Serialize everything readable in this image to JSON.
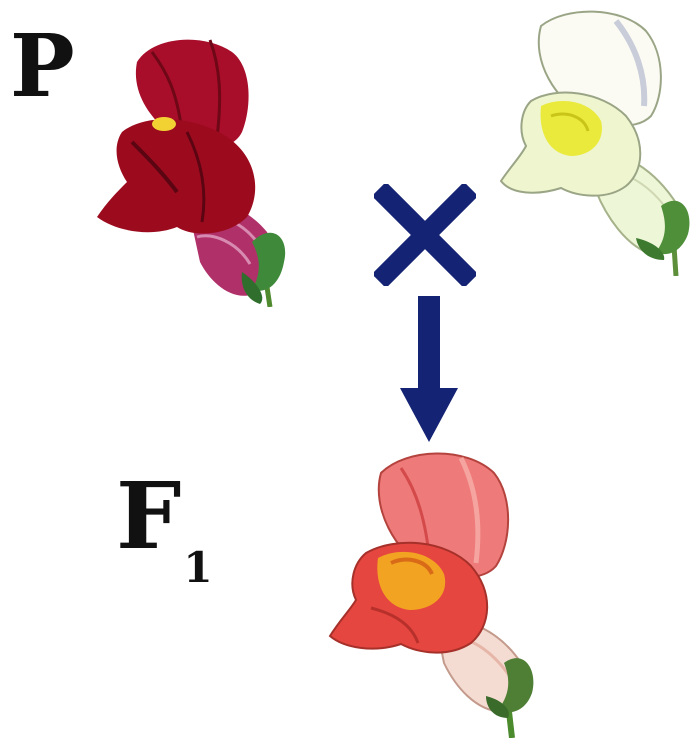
{
  "labels": {
    "parental": "P",
    "filial_letter": "F",
    "filial_subscript": "1"
  },
  "colors": {
    "parent_red_flower": "#8b0d1c",
    "parent_white_flower": "#f5f7dc",
    "f1_pink_flower": "#e8574f",
    "cross_and_arrow": "#152374",
    "text": "#111111"
  },
  "icons": {
    "cross": "cross-symbol-icon",
    "arrow": "down-arrow-icon"
  }
}
